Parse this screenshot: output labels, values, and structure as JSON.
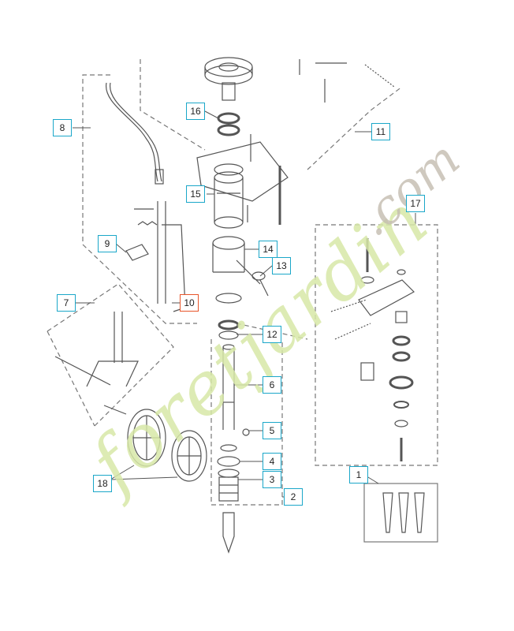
{
  "diagram": {
    "callouts": [
      {
        "id": "c16",
        "label": "16"
      },
      {
        "id": "c8",
        "label": "8"
      },
      {
        "id": "c11",
        "label": "11"
      },
      {
        "id": "c15",
        "label": "15"
      },
      {
        "id": "c17",
        "label": "17"
      },
      {
        "id": "c9",
        "label": "9"
      },
      {
        "id": "c14",
        "label": "14"
      },
      {
        "id": "c13",
        "label": "13"
      },
      {
        "id": "c7",
        "label": "7"
      },
      {
        "id": "c10",
        "label": "10"
      },
      {
        "id": "c12",
        "label": "12"
      },
      {
        "id": "c6",
        "label": "6"
      },
      {
        "id": "c5",
        "label": "5"
      },
      {
        "id": "c1",
        "label": "1"
      },
      {
        "id": "c4",
        "label": "4"
      },
      {
        "id": "c18",
        "label": "18"
      },
      {
        "id": "c3",
        "label": "3"
      },
      {
        "id": "c2",
        "label": "2"
      }
    ],
    "colors": {
      "callout_border": "#1ba7c9",
      "highlight_border": "#e8552a",
      "line": "#555555"
    }
  },
  "watermark": {
    "brand": "foretjardin",
    "suffix": ".com"
  }
}
